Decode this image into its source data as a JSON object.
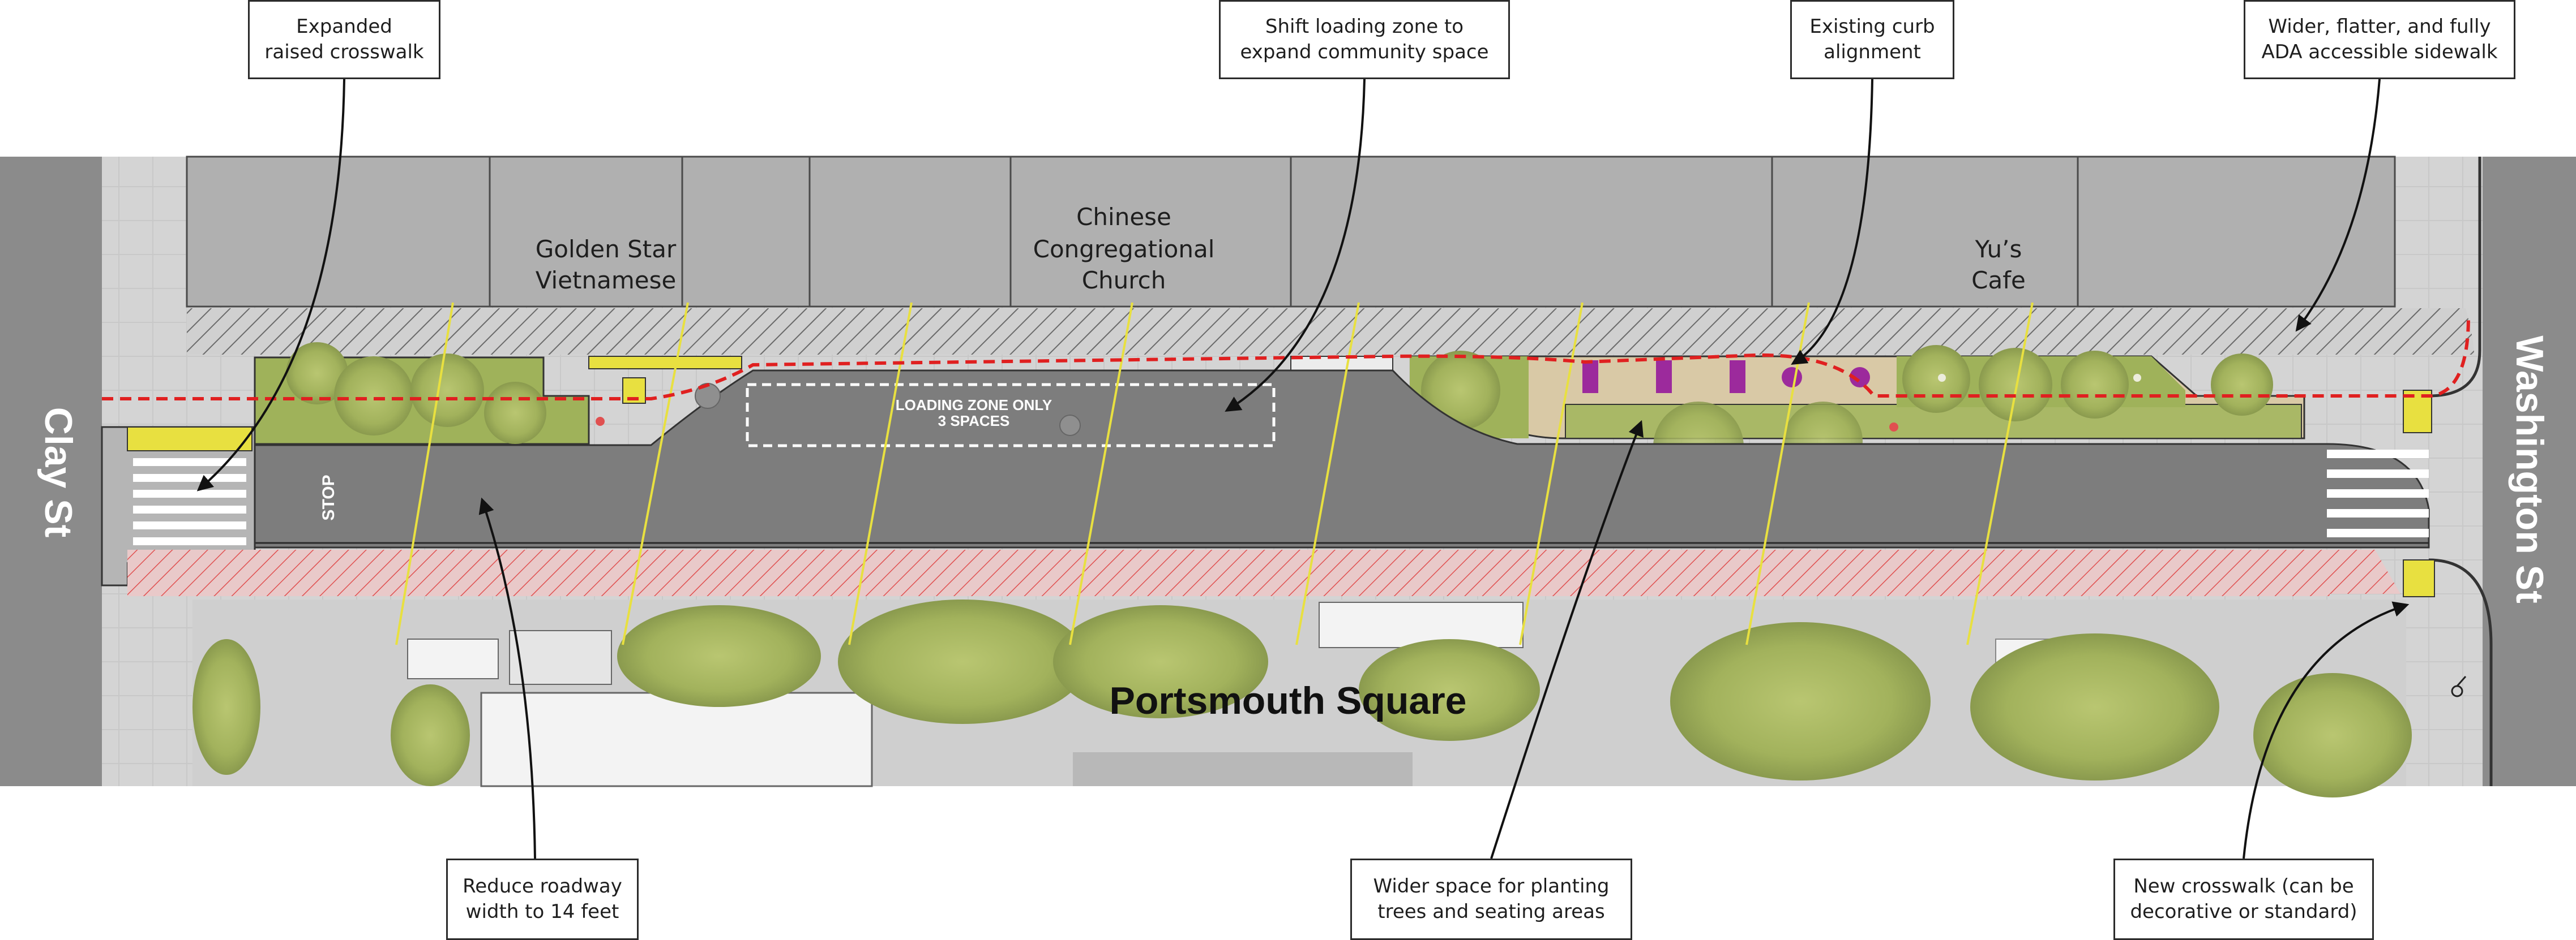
{
  "streets": {
    "clay": "Clay St",
    "washington": "Washington St"
  },
  "park": {
    "name": "Portsmouth Square"
  },
  "buildings": {
    "golden_star": [
      "Golden Star",
      "Vietnamese"
    ],
    "church": [
      "Chinese",
      "Congregational",
      "Church"
    ],
    "yus_cafe": [
      "Yu’s",
      "Cafe"
    ]
  },
  "pavement": {
    "loading_zone": [
      "LOADING ZONE ONLY",
      "3 SPACES"
    ],
    "stop": "STOP"
  },
  "callouts": {
    "raised_crosswalk": [
      "Expanded",
      "raised crosswalk"
    ],
    "loading_zone_shift": [
      "Shift loading zone to",
      "expand community space"
    ],
    "curb_alignment": [
      "Existing curb",
      "alignment"
    ],
    "sidewalk": [
      "Wider, flatter, and fully",
      "ADA accessible sidewalk"
    ],
    "roadway_width": [
      "Reduce roadway",
      "width to 14 feet"
    ],
    "planting_space": [
      "Wider space for planting",
      "trees and seating areas"
    ],
    "new_crosswalk": [
      "New crosswalk (can be",
      "decorative or standard)"
    ]
  },
  "colors": {
    "street": "#8b8b8b",
    "roadway": "#7d7d7d",
    "buildings": "#b0b0b0",
    "sidewalk": "#d6d6d6",
    "planting": "#9fb25a",
    "curb_line": "#e02020",
    "loading_zone_line": "#ffffff",
    "accent_yellow": "#e8e040",
    "seating_purple": "#9c2a9c"
  },
  "icons": [
    "leader-arrow-icon",
    "stop-marking-icon",
    "bicycle-rack-icon"
  ]
}
